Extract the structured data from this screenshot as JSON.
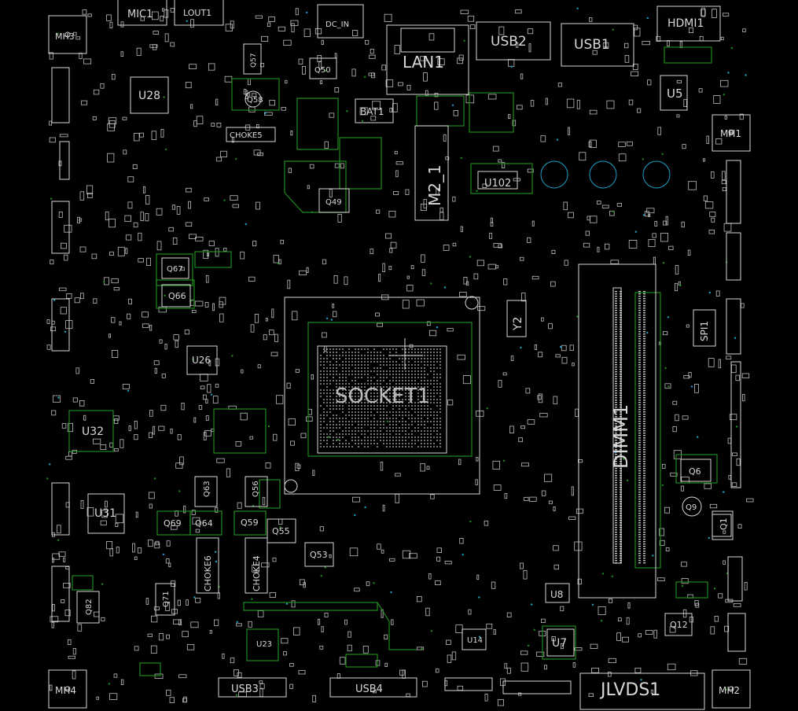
{
  "colors": {
    "background": "#000000",
    "silkscreen": "#d8d8d8",
    "copper": "#1f8a1f",
    "via": "#1fa0c8"
  },
  "labels": {
    "mic1": "MIC1",
    "lout1": "LOUT1",
    "mh3": "MH3",
    "dc_in": "DC_IN",
    "lan1": "LAN1",
    "usb2": "USB2",
    "usb1": "USB1",
    "hdmi1": "HDMI1",
    "mh1": "MH1",
    "u28": "U28",
    "u5": "U5",
    "q50": "Q50",
    "q58": "Q58",
    "q57": "Q57",
    "bat1": "BAT1",
    "choke5": "CHOKE5",
    "q49": "Q49",
    "u102": "U102",
    "m2_1": "M2_1",
    "q67": "Q67",
    "q66": "Q66",
    "u26": "U26",
    "u32": "U32",
    "u31": "U31",
    "socket1": "SOCKET1",
    "y2": "Y2",
    "dimm1": "DIMM1",
    "spi1": "SPI1",
    "q69": "Q69",
    "q64": "Q64",
    "q59": "Q59",
    "q55": "Q55",
    "q53": "Q53",
    "q56": "Q56",
    "q63": "Q63",
    "choke4": "CHOKE4",
    "choke6": "CHOKE6",
    "u8": "U8",
    "u7": "U7",
    "u14": "U14",
    "u23": "U23",
    "q12": "Q12",
    "mh4": "MH4",
    "usb3": "USB3",
    "usb4": "USB4",
    "jlvds1": "JLVDS1",
    "mh2": "MH2",
    "q71": "Q71",
    "q82": "Q82",
    "q1": "Q1",
    "q6": "Q6",
    "q9": "Q9"
  }
}
